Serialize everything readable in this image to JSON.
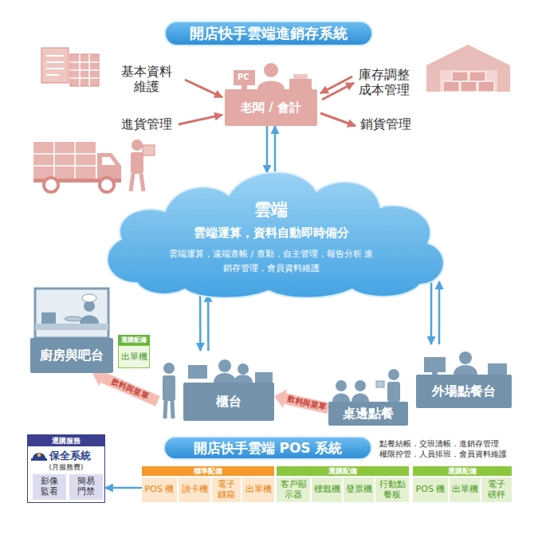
{
  "diagram": {
    "title": "開店快手雲端進銷存系統",
    "nodes": [
      {
        "text": [
          "老闆 / 會計"
        ]
      },
      {
        "text": [
          "雲端",
          "雲端運算，資料自動即時備分",
          "雲端運算，遠端查帳 / 查勤，自主管理，報告分析 進銷存管理，會員資料維護"
        ]
      },
      {
        "text": [
          "廚房與吧台"
        ]
      },
      {
        "text": [
          "選購配備",
          "出單機"
        ]
      },
      {
        "text": [
          "外場點餐台"
        ]
      },
      {
        "text": [
          "櫃台"
        ]
      },
      {
        "text": [
          "桌邊點餐"
        ]
      },
      {
        "text": [
          "開店快手雲端 POS 系統"
        ]
      },
      {
        "text": [
          "選購服務",
          "保全系統",
          "(月服務費)"
        ]
      },
      {
        "text": [
          "影像監看"
        ],
        "in": 8
      },
      {
        "text": [
          "簡易門禁"
        ],
        "in": 8
      },
      {
        "text": [
          "標準配備"
        ]
      },
      {
        "text": [
          "POS 機"
        ],
        "in": 11
      },
      {
        "text": [
          "讀卡機"
        ],
        "in": 11
      },
      {
        "text": [
          "電子錢箱"
        ],
        "in": 11
      },
      {
        "text": [
          "出單機"
        ],
        "in": 11
      },
      {
        "text": [
          "選購配備"
        ]
      },
      {
        "text": [
          "客戶顯示器"
        ],
        "in": 16
      },
      {
        "text": [
          "標籤機"
        ],
        "in": 16
      },
      {
        "text": [
          "發票機"
        ],
        "in": 16
      },
      {
        "text": [
          "行動點餐板"
        ],
        "in": 16
      },
      {
        "text": [
          "選購配備"
        ]
      },
      {
        "text": [
          "POS 機"
        ],
        "in": 21
      },
      {
        "text": [
          "出單機"
        ],
        "in": 21
      },
      {
        "text": [
          "電子磅秤"
        ],
        "in": 21
      }
    ],
    "edges": [
      {
        "from": 0,
        "to": 1,
        "arrow": "both"
      },
      {
        "from": 1,
        "to": 5,
        "arrow": "both"
      },
      {
        "from": 1,
        "to": 4,
        "arrow": "both"
      },
      {
        "from": 5,
        "to": 2,
        "label": "飲料與菜單",
        "arrow": "to"
      },
      {
        "from": 6,
        "to": 5,
        "label": "飲料與菜單",
        "arrow": "to"
      },
      {
        "from": 11,
        "to": 8,
        "arrow": "to"
      }
    ],
    "labels": [
      "基本資料維護",
      "PC",
      "庫存調整 成本管理",
      "進貨管理",
      "銷貨管理",
      "點餐結帳．交班清帳．進銷存管理",
      "權限控管．人員排班．會員資料維護"
    ]
  }
}
